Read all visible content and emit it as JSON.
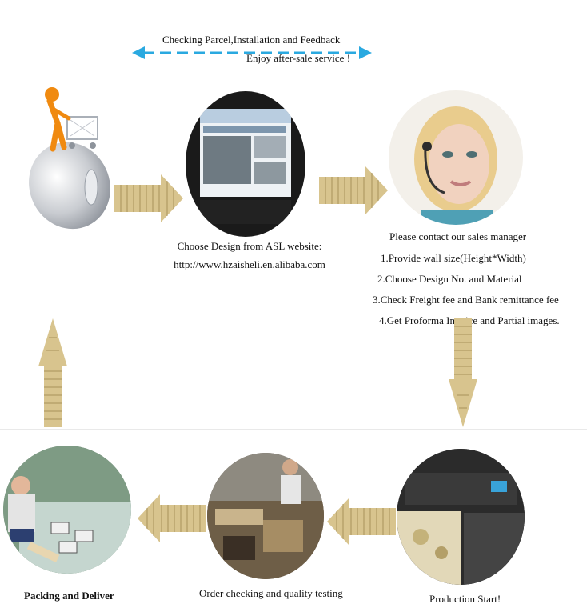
{
  "top_banner": {
    "line1": "Checking Parcel,Installation and Feedback",
    "line2": "Enjoy after-sale service !",
    "arrow_color": "#2aa9e0"
  },
  "steps": {
    "choose_design": {
      "line1": "Choose Design from ASL website:",
      "line2": "http://www.hzaisheli.en.alibaba.com"
    },
    "contact": {
      "title": "Please contact our sales manager",
      "items": [
        "1.Provide wall size(Height*Width)",
        "2.Choose Design No. and Material",
        "3.Check Freight fee and Bank remittance fee",
        "4.Get Proforma Invoice and Partial images."
      ]
    },
    "production": {
      "label": "Production Start!"
    },
    "order_checking": {
      "label": "Order checking and quality testing"
    },
    "packing": {
      "label_a": "Packing",
      "label_b": "and Deliver"
    }
  },
  "colors": {
    "arrow_fill": "#d8c48e",
    "arrow_stroke": "#a8925a",
    "banner_arrow": "#2aa9e0"
  }
}
